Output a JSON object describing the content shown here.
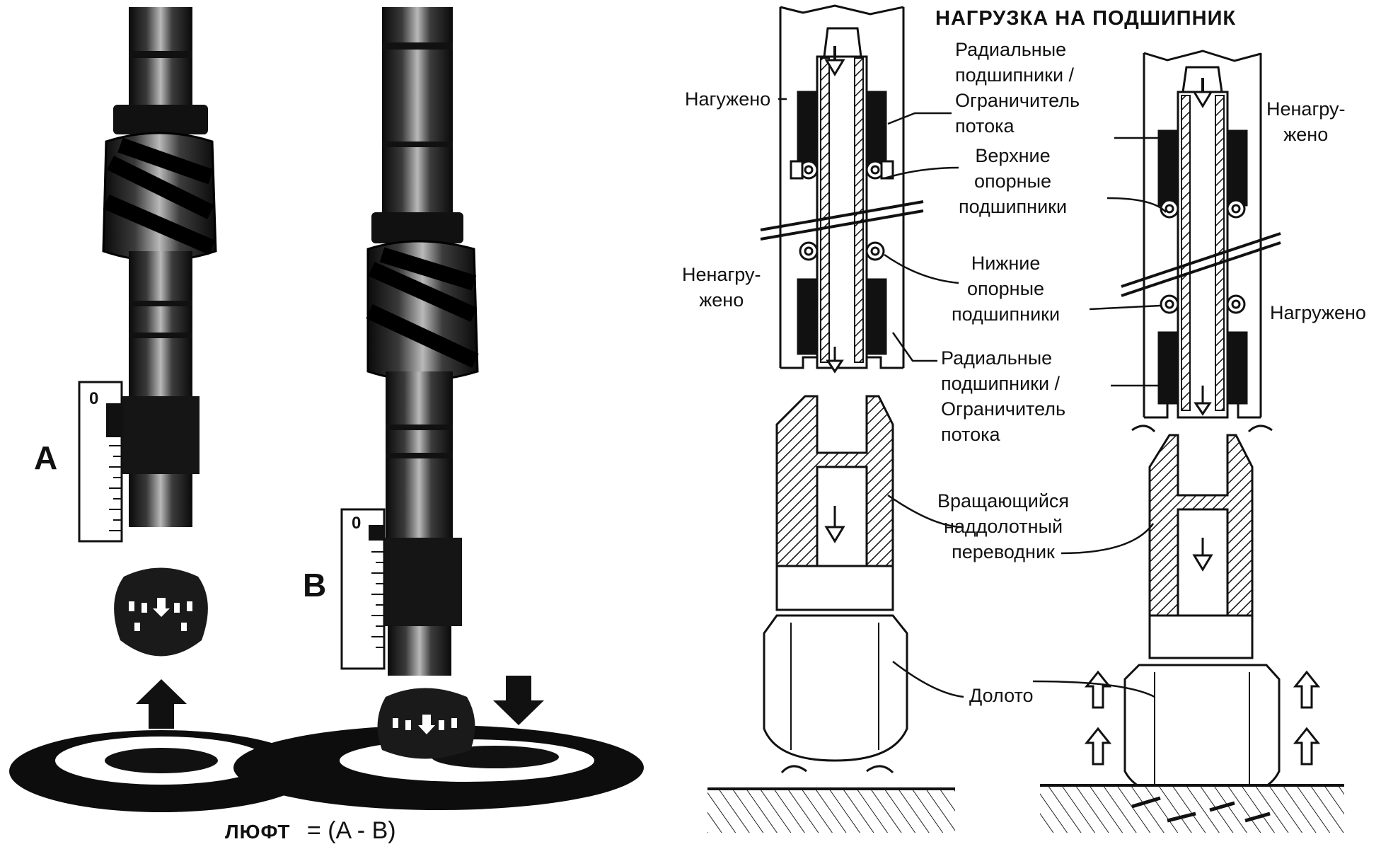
{
  "title": "НАГРУЗКА НА ПОДШИПНИК",
  "left_panel": {
    "label_a": "A",
    "label_b": "B",
    "scale_zero_a": "0",
    "scale_zero_b": "0",
    "formula_word": "ЛЮФТ",
    "formula_expr": "= (A - B)"
  },
  "labels": {
    "loaded_left": "Нагужено",
    "unloaded_left": "Ненагру-\nжено",
    "radial_top": "Радиальные\nподшипники /\nОграничитель\nпотока",
    "upper_thrust": "Верхние\nопорные\nподшипники",
    "lower_thrust": "Нижние\nопорные\nподшипники",
    "radial_bottom": "Радиальные\nподшипники /\nОграничитель\nпотока",
    "rotating_sub": "Вращающийся\nнаддолотный\nпереводник",
    "bit": "Долото",
    "unloaded_right": "Ненагру-\nжено",
    "loaded_right": "Нагружено"
  }
}
